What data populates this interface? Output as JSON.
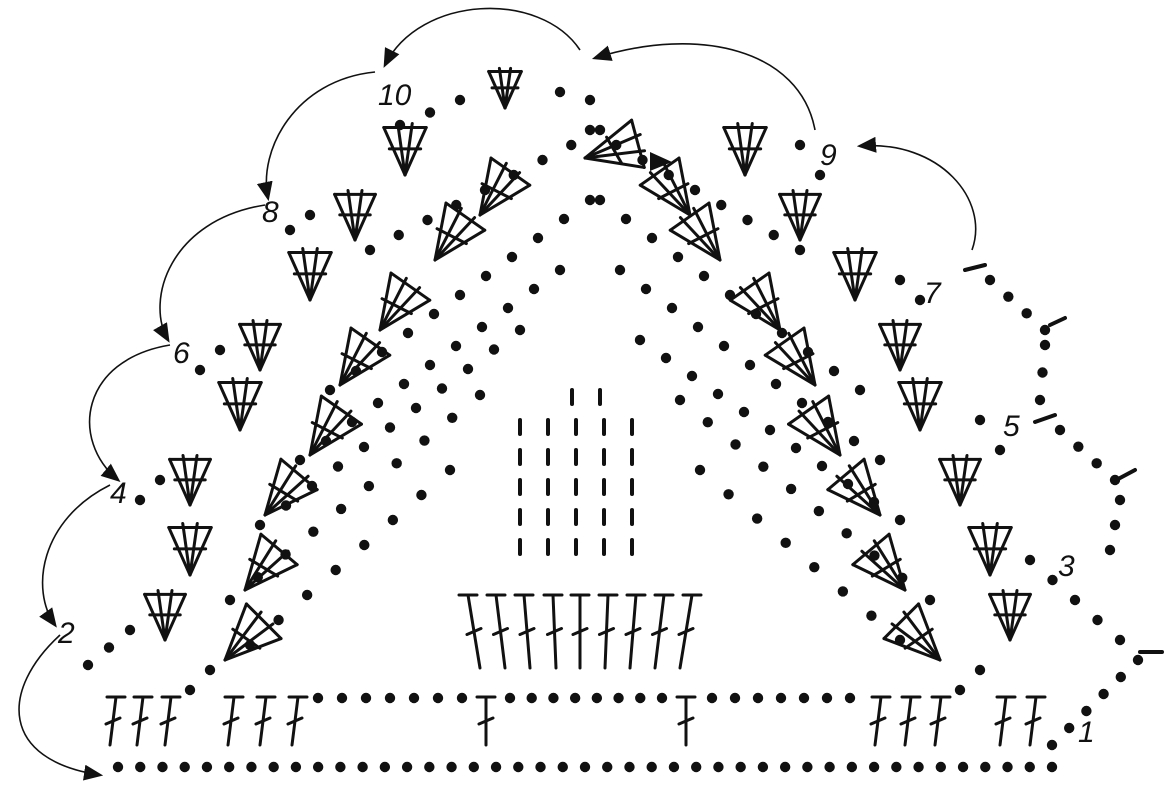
{
  "diagram": {
    "ink_color": "#111111",
    "background": "#ffffff",
    "row_numbers": [
      "1",
      "2",
      "3",
      "4",
      "5",
      "6",
      "7",
      "8",
      "9",
      "10"
    ],
    "symbols": {
      "chain": "filled-dot",
      "slip_stitch": "short-dash",
      "double_crochet": "crossed-post",
      "fan": "v-stitch-cluster"
    }
  }
}
